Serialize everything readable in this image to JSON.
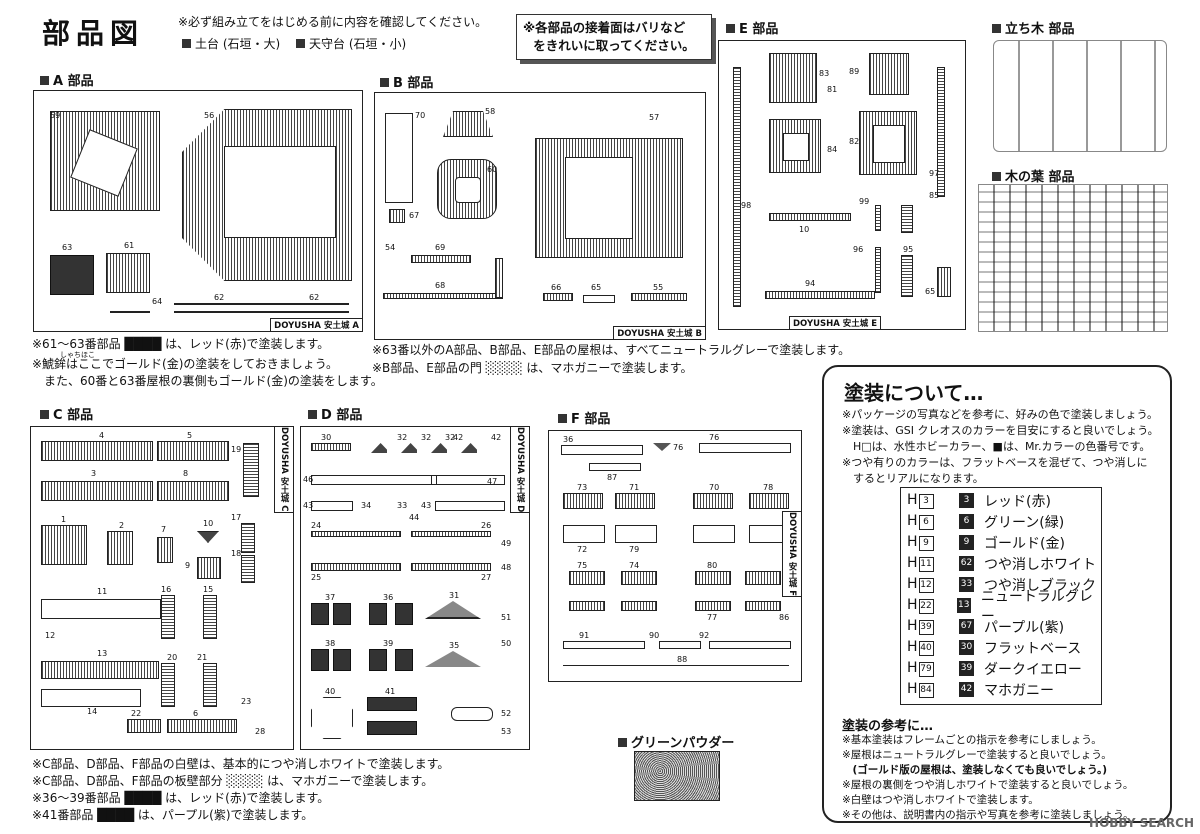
{
  "header": {
    "title": "部品図",
    "note_main": "※必ず組み立てをはじめる前に内容を確認してください。",
    "legend_1": "土台 (石垣・大)",
    "legend_2": "天守台 (石垣・小)",
    "callout_line1": "※各部品の接着面はバリなど",
    "callout_line2": "をきれいに取ってください。"
  },
  "sections": {
    "a": {
      "label": "A 部品",
      "tag": "DOYUSHA 安土城  A"
    },
    "b": {
      "label": "B 部品",
      "tag": "DOYUSHA 安土城  B"
    },
    "e": {
      "label": "E 部品",
      "tag": "DOYUSHA 安土城  E"
    },
    "tree": {
      "label": "立ち木 部品"
    },
    "leaf": {
      "label": "木の葉 部品"
    },
    "c": {
      "label": "C 部品",
      "tag": "DOYUSHA 安土城  C"
    },
    "d": {
      "label": "D 部品",
      "tag": "DOYUSHA 安土城 D"
    },
    "f": {
      "label": "F 部品",
      "tag": "DOYUSHA 安土城  F"
    },
    "powder": {
      "label": "グリーンパウダー"
    }
  },
  "part_numbers": {
    "a": [
      "59",
      "56",
      "63",
      "61",
      "64",
      "62",
      "62"
    ],
    "b": [
      "70",
      "58",
      "57",
      "60",
      "67",
      "54",
      "69",
      "68",
      "66",
      "65",
      "55"
    ],
    "e": [
      "83",
      "89",
      "81",
      "84",
      "82",
      "97",
      "98",
      "85",
      "99",
      "10",
      "94",
      "96",
      "95",
      "65"
    ],
    "c": [
      "4",
      "5",
      "19",
      "3",
      "8",
      "1",
      "2",
      "7",
      "10",
      "17",
      "9",
      "18",
      "11",
      "16",
      "15",
      "12",
      "20",
      "21",
      "13",
      "14",
      "22",
      "6",
      "23",
      "28"
    ],
    "d": [
      "30",
      "32",
      "32",
      "32",
      "42",
      "42",
      "46",
      "47",
      "43",
      "34",
      "33",
      "44",
      "43",
      "24",
      "26",
      "49",
      "25",
      "27",
      "48",
      "37",
      "36",
      "38",
      "31",
      "35",
      "51",
      "39",
      "50",
      "40",
      "41",
      "52",
      "53"
    ],
    "f": [
      "36",
      "76",
      "76",
      "87",
      "73",
      "71",
      "70",
      "72",
      "78",
      "79",
      "75",
      "74",
      "80",
      "77",
      "86",
      "91",
      "90",
      "92",
      "88"
    ]
  },
  "notes_ab": [
    "※61〜63番部品 ████ は、レッド(赤)で塗装します。",
    "※鯱鉾はここでゴールド(金)の塗装をしておきましょう。",
    "　また、60番と63番屋根の裏側もゴールド(金)の塗装をします。",
    "※63番以外のA部品、B部品、E部品の屋根は、すべてニュートラルグレーで塗装します。",
    "※B部品、E部品の門 ░░░░ は、マホガニーで塗装します。"
  ],
  "furigana": "しゃちほこ",
  "notes_cdf": [
    "※C部品、D部品、F部品の白壁は、基本的につや消しホワイトで塗装します。",
    "※C部品、D部品、F部品の板壁部分 ░░░░ は、マホガニーで塗装します。",
    "※36〜39番部品 ████ は、レッド(赤)で塗装します。",
    "※41番部品 ████ は、パープル(紫)で塗装します。"
  ],
  "painting": {
    "title": "塗装について…",
    "notes": [
      "※パッケージの写真などを参考に、好みの色で塗装しましょう。",
      "※塗装は、GSI クレオスのカラーを目安にすると良いでしょう。",
      "　H□は、水性ホビーカラー、■は、Mr.カラーの色番号です。",
      "※つや有りのカラーは、フラットベースを混ぜて、つや消しに",
      "　するとリアルになります。"
    ],
    "colors": [
      {
        "h": "3",
        "mr": "3",
        "name": "レッド(赤)"
      },
      {
        "h": "6",
        "mr": "6",
        "name": "グリーン(緑)"
      },
      {
        "h": "9",
        "mr": "9",
        "name": "ゴールド(金)"
      },
      {
        "h": "11",
        "mr": "62",
        "name": "つや消しホワイト"
      },
      {
        "h": "12",
        "mr": "33",
        "name": "つや消しブラック"
      },
      {
        "h": "22",
        "mr": "13",
        "name": "ニュートラルグレー"
      },
      {
        "h": "39",
        "mr": "67",
        "name": "パープル(紫)"
      },
      {
        "h": "40",
        "mr": "30",
        "name": "フラットベース"
      },
      {
        "h": "79",
        "mr": "39",
        "name": "ダークイエロー"
      },
      {
        "h": "84",
        "mr": "42",
        "name": "マホガニー"
      }
    ],
    "ref_title": "塗装の参考に…",
    "ref_notes": [
      "※基本塗装はフレームごとの指示を参考にしましょう。",
      "※屋根はニュートラルグレーで塗装すると良いでしょう。",
      "　(ゴールド版の屋根は、塗装しなくても良いでしょう。)",
      "※屋根の裏側をつや消しホワイトで塗装すると良いでしょう。",
      "※白壁はつや消しホワイトで塗装します。",
      "※その他は、説明書内の指示や写真を参考に塗装しましょう。"
    ]
  },
  "watermark": "HOBBY SEARCH"
}
